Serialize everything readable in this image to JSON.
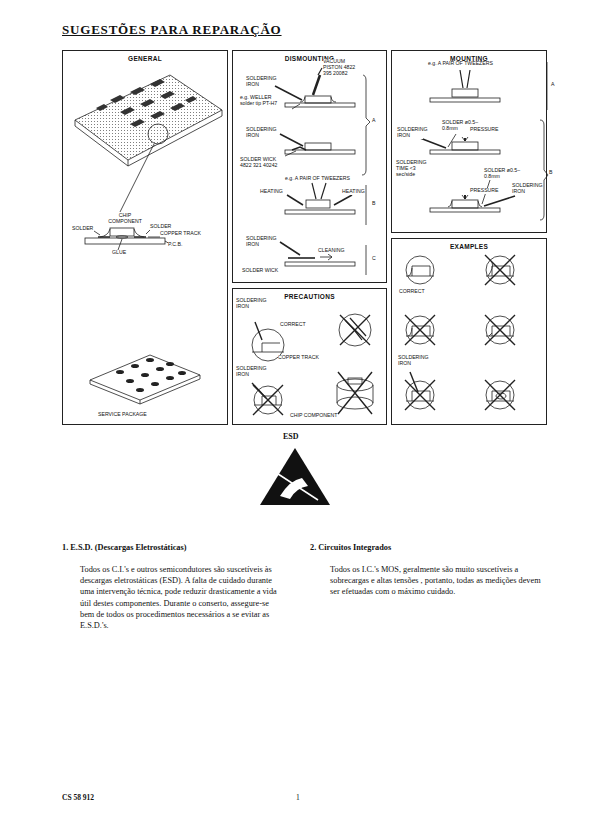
{
  "diagram": {
    "title": "SUGESTÕES PARA REPARAÇÃO",
    "nodes": [
      {
        "text": [
          "GENERAL"
        ]
      },
      {
        "text": [
          "DISMOUNTING"
        ]
      },
      {
        "text": [
          "MOUNTING"
        ]
      },
      {
        "text": [
          "PRECAUTIONS"
        ]
      },
      {
        "text": [
          "EXAMPLES"
        ]
      }
    ],
    "edges": [],
    "labels": [
      "CHIP COMPONENT",
      "SOLDER",
      "SOLDER",
      "COPPER TRACK",
      "P.C.B.",
      "GLUE",
      "SERVICE PACKAGE",
      "VACUUM PISTON 4822 395 20082",
      "SOLDERING IRON",
      "e.g. WELLER solder tip PT-H7",
      "A",
      "SOLDERING IRON",
      "SOLDER WICK 4822 321 40242",
      "e.g. A PAIR OF TWEEZERS",
      "HEATING",
      "HEATING",
      "B",
      "SOLDERING IRON",
      "CLEANING",
      "SOLDER WICK",
      "C",
      "e.g. A PAIR OF TWEEZERS",
      "A",
      "SOLDER ø0.5–0.8mm",
      "SOLDERING IRON",
      "PRESSURE",
      "SOLDERING TIME <3 sec/side",
      "SOLDER ø0.5–0.8mm",
      "PRESSURE",
      "SOLDERING IRON",
      "B",
      "CORRECT",
      "SOLDERING IRON",
      "SOLDERING IRON",
      "CORRECT",
      "COPPER TRACK",
      "SOLDERING IRON",
      "CHIP COMPONENT",
      "ESD",
      "1. E.S.D. (Descargas Eletrostáticas)",
      "Todos os C.I.'s e outros semicondutores são suscetíveis às descargas eletrostáticas (ESD). A falta de cuidado durante uma intervenção técnica, pode reduzir drasticamente a vida útil destes componentes. Durante o conserto, assegure-se bem de todos os procedimentos necessários a se evitar as E.S.D.'s.",
      "2. Circuitos Integrados",
      "Todos os I.C.'s MOS, geralmente são muito suscetíveis a sobrecargas e altas tensões , portanto, todas as medições devem ser efetuadas com o máximo cuidado.",
      "CS 58 912",
      "1"
    ]
  }
}
